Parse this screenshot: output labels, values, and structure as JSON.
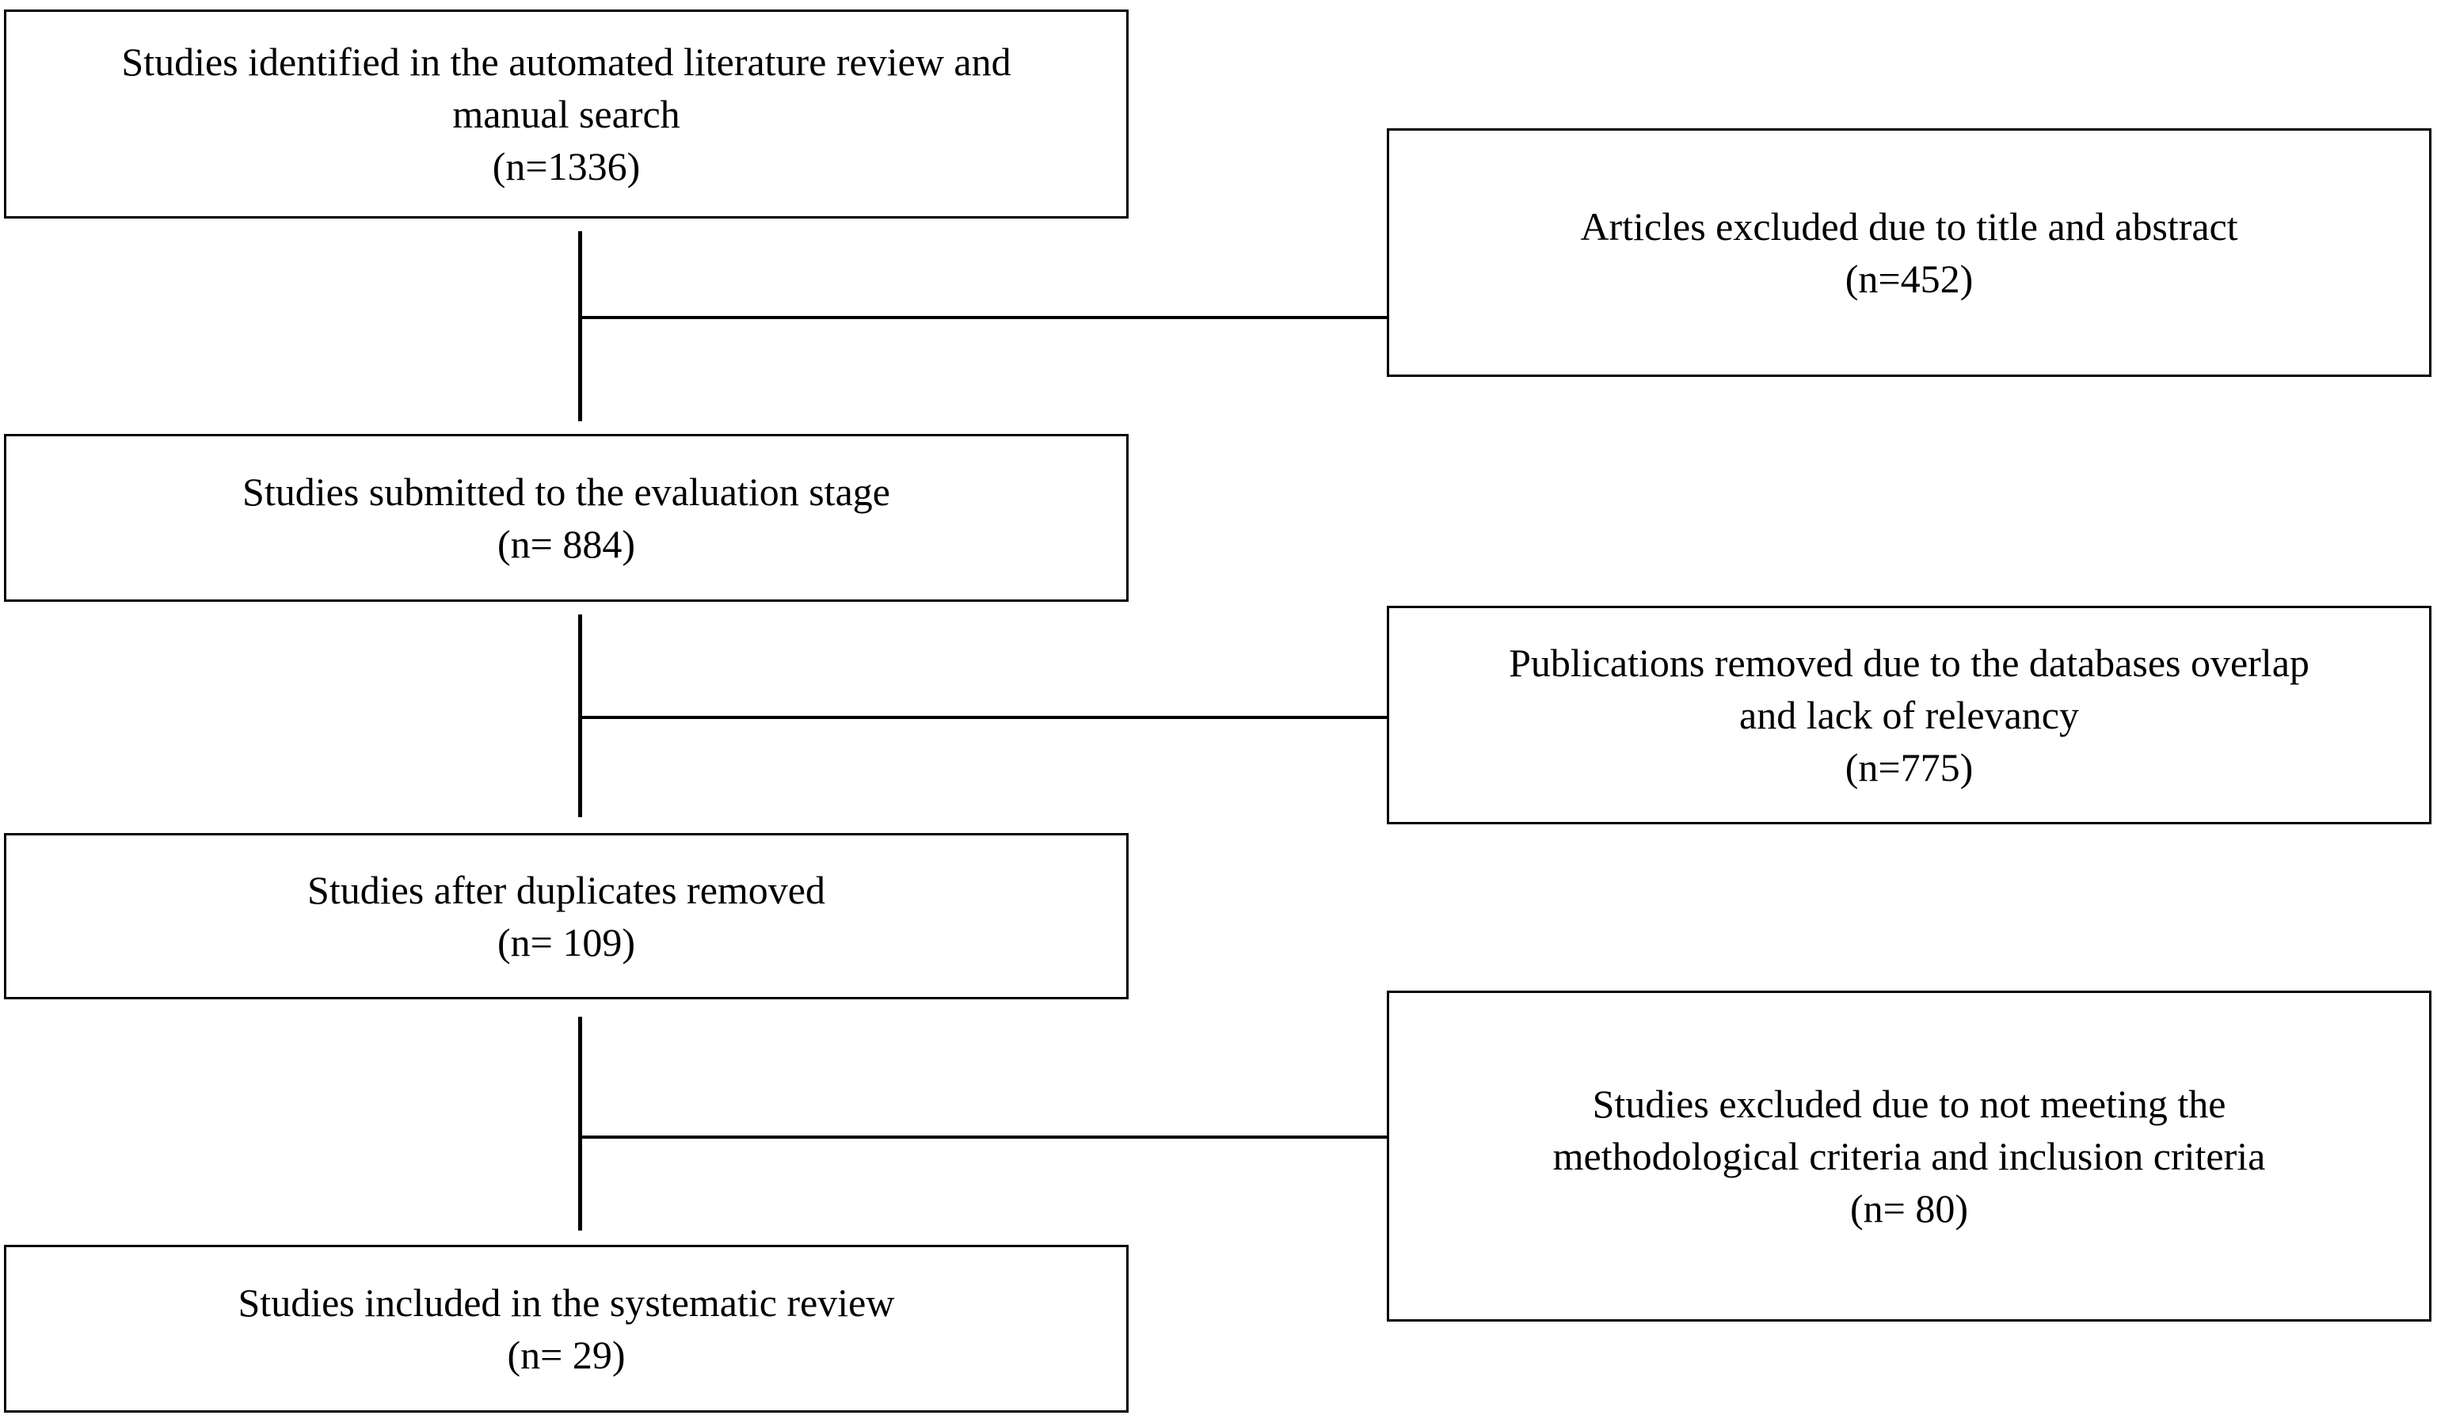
{
  "flow": {
    "identified": {
      "line1": "Studies identified in the automated literature review and",
      "line2": "manual search",
      "count": "(n=1336)"
    },
    "submitted": {
      "line1": "Studies submitted to the evaluation stage",
      "count": "(n= 884)"
    },
    "after_duplicates": {
      "line1": "Studies after duplicates removed",
      "count": "(n= 109)"
    },
    "included": {
      "line1": "Studies included in the systematic review",
      "count": "(n= 29)"
    }
  },
  "exclusions": {
    "title_abstract": {
      "line1": "Articles excluded due to title and abstract",
      "count": "(n=452)"
    },
    "overlap": {
      "line1": "Publications removed due to the databases overlap",
      "line2": "and lack of relevancy",
      "count": "(n=775)"
    },
    "criteria": {
      "line1": "Studies excluded due to not meeting the",
      "line2": "methodological criteria and inclusion criteria",
      "count": "(n= 80)"
    }
  }
}
